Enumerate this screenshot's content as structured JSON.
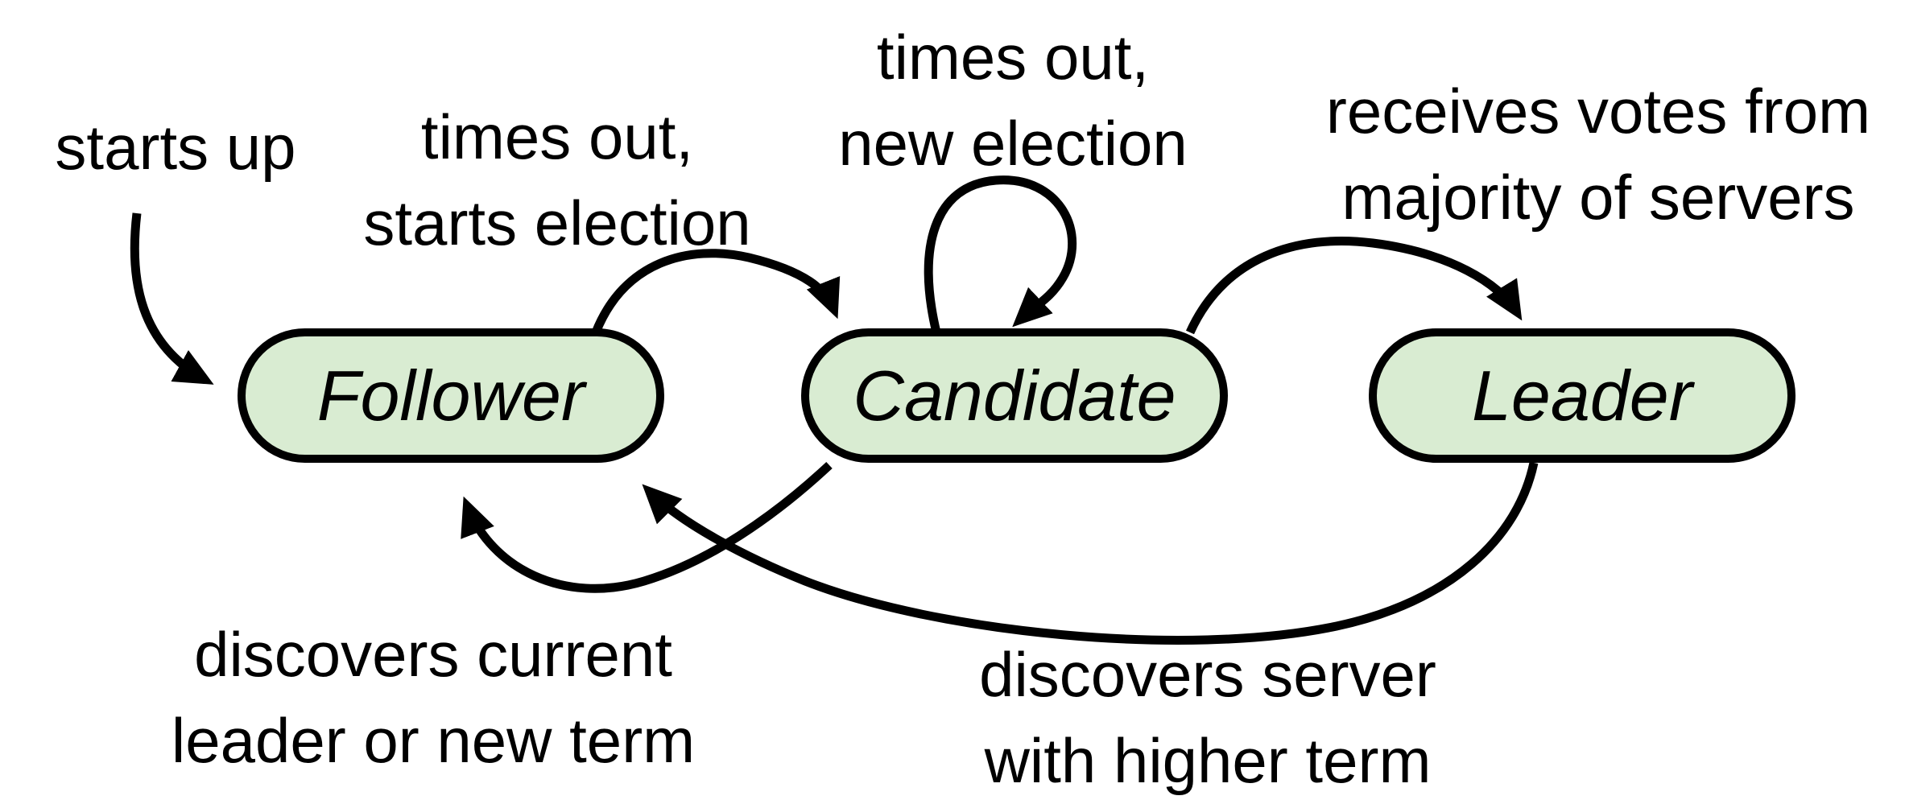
{
  "diagram": {
    "kind": "state-machine",
    "states": [
      {
        "id": "follower",
        "label": "Follower"
      },
      {
        "id": "candidate",
        "label": "Candidate"
      },
      {
        "id": "leader",
        "label": "Leader"
      }
    ],
    "transitions": [
      {
        "from": null,
        "to": "follower",
        "lines": [
          "starts up"
        ]
      },
      {
        "from": "follower",
        "to": "candidate",
        "lines": [
          "times out,",
          "starts election"
        ]
      },
      {
        "from": "candidate",
        "to": "candidate",
        "lines": [
          "times out,",
          "new election"
        ]
      },
      {
        "from": "candidate",
        "to": "leader",
        "lines": [
          "receives votes from",
          "majority of servers"
        ]
      },
      {
        "from": "candidate",
        "to": "follower",
        "lines": [
          "discovers current",
          "leader or new term"
        ]
      },
      {
        "from": "leader",
        "to": "follower",
        "lines": [
          "discovers server",
          "with higher term"
        ]
      }
    ],
    "colors": {
      "background": "#ffffff",
      "state_fill": "#d9ecd2",
      "stroke": "#000000",
      "text": "#000000"
    }
  }
}
